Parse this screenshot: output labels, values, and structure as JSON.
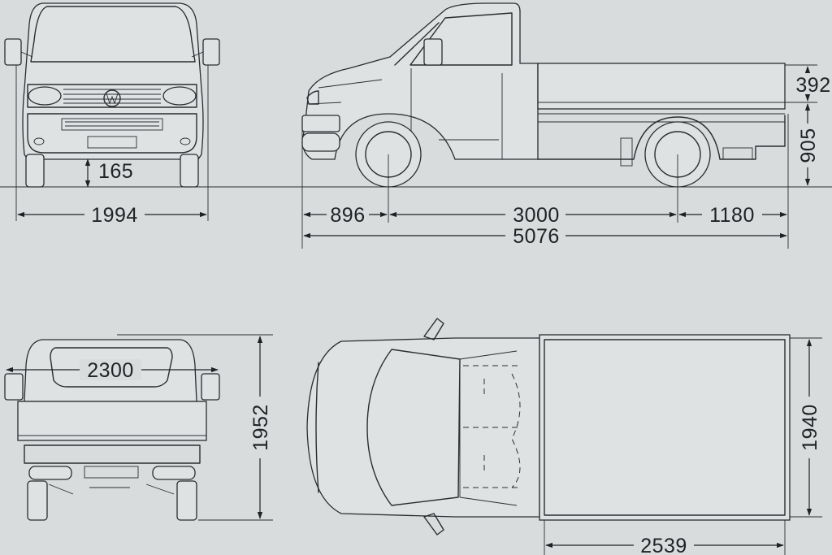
{
  "dimensions": {
    "front_track": "1994",
    "ground_clearance": "165",
    "front_overhang": "896",
    "wheelbase": "3000",
    "rear_overhang": "1180",
    "overall_length": "5076",
    "bed_side_height": "392",
    "bed_floor_height": "905",
    "rear_bed_width": "2300",
    "overall_height": "1952",
    "bed_inner_width": "1940",
    "bed_length": "2539"
  },
  "colors": {
    "background": "#d9dcdd",
    "line": "#2a2d30"
  }
}
